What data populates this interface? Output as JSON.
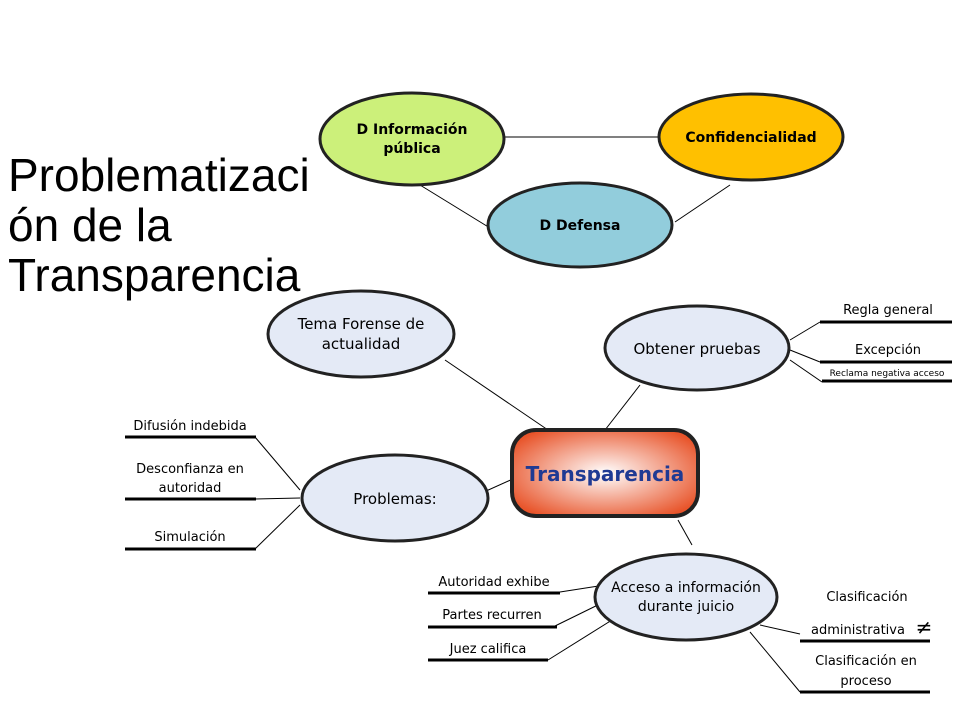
{
  "title": {
    "lines": [
      "Problematizaci",
      "ón de la",
      "Transparencia"
    ]
  },
  "nodes": {
    "d_informacion": [
      "D Información",
      "pública"
    ],
    "confidencialidad": [
      "Confidencialidad"
    ],
    "d_defensa": [
      "D Defensa"
    ],
    "tema_forense": [
      "Tema Forense de",
      "actualidad"
    ],
    "obtener_pruebas": [
      "Obtener pruebas"
    ],
    "transparencia": [
      "Transparencia"
    ],
    "problemas": [
      "Problemas:"
    ],
    "acceso": [
      "Acceso a información",
      "durante juicio"
    ]
  },
  "labels": {
    "regla_general": "Regla general",
    "excepcion": "Excepción",
    "reclama": "Reclama negativa acceso",
    "difusion": "Difusión indebida",
    "desconfianza": [
      "Desconfianza en",
      "autoridad"
    ],
    "simulacion": "Simulación",
    "autoridad_exhibe": "Autoridad exhibe",
    "partes_recurren": "Partes recurren",
    "juez_califica": "Juez califica",
    "clasif_admin": [
      "Clasificación",
      "administrativa"
    ],
    "not_equal": "≠",
    "clasif_proceso": [
      "Clasificación  en",
      "proceso"
    ]
  },
  "colors": {
    "d_informacion_fill": "#ccf07a",
    "confidencialidad_fill": "#ffc000",
    "d_defensa_fill": "#92cddc",
    "pale_node_fill": "#e4eaf6",
    "transparencia_center": "#ffffff",
    "transparencia_edge": "#e8542a",
    "transparencia_text": "#1f3a93"
  }
}
